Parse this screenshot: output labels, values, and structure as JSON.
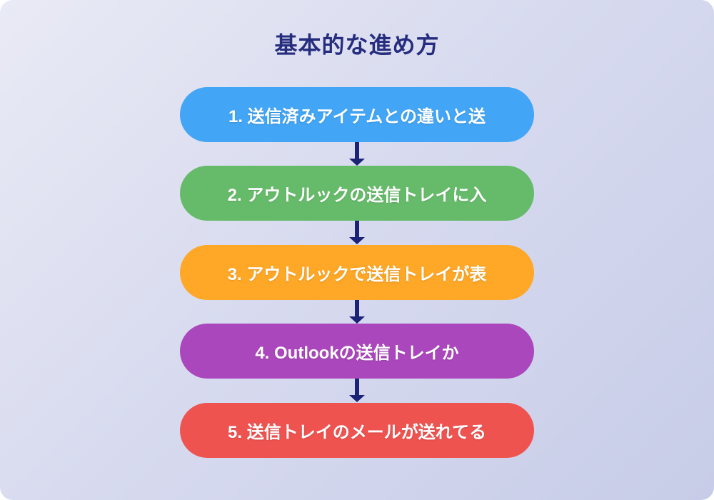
{
  "title": "基本的な進め方",
  "colors": {
    "background_start": "#E9EAF5",
    "background_end": "#C7CCE8",
    "title_text": "#262D7E",
    "arrow": "#1B2377",
    "step_text": "#FFFFFF"
  },
  "steps": [
    {
      "label": "1. 送信済みアイテムとの違いと送",
      "color": "#42A5F5"
    },
    {
      "label": "2. アウトルックの送信トレイに入",
      "color": "#66BB6A"
    },
    {
      "label": "3. アウトルックで送信トレイが表",
      "color": "#FFA726"
    },
    {
      "label": "4. Outlookの送信トレイか",
      "color": "#AB47BC"
    },
    {
      "label": "5. 送信トレイのメールが送れてる",
      "color": "#EF5350"
    }
  ]
}
